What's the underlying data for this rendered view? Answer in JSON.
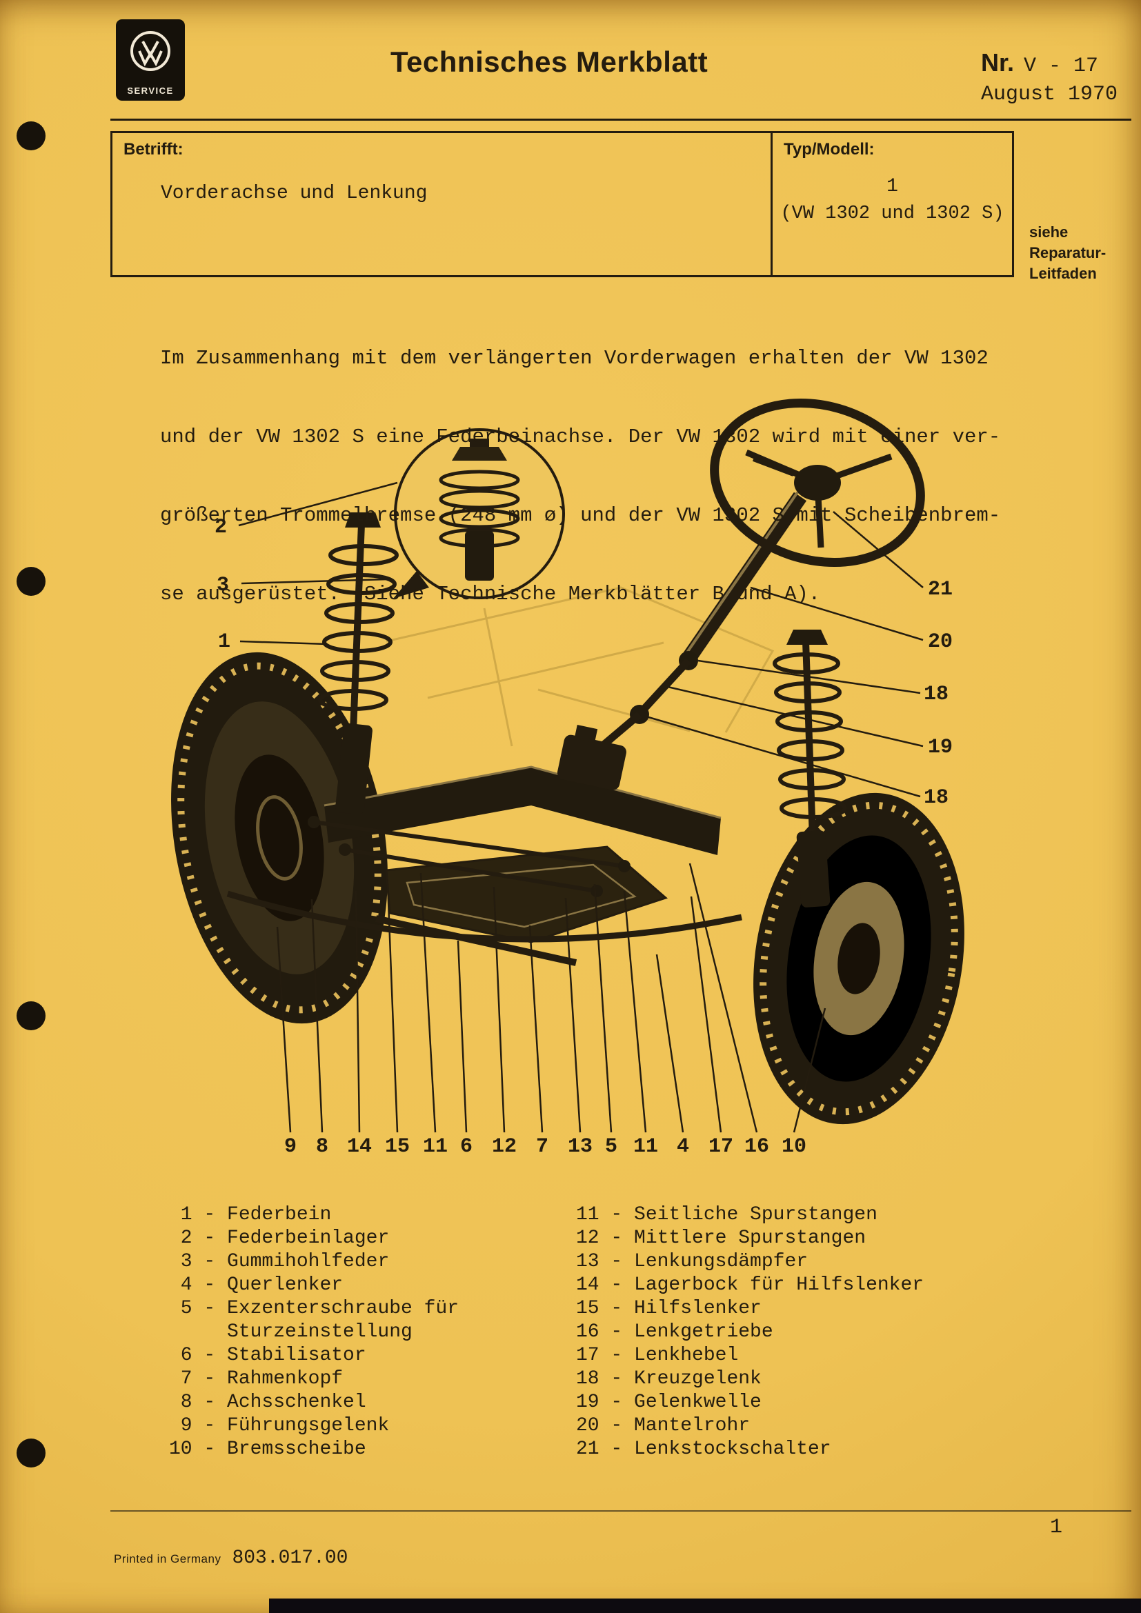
{
  "colors": {
    "paper": "#eec254",
    "ink": "#241c0f"
  },
  "header": {
    "logo_text": "SERVICE",
    "title": "Technisches Merkblatt",
    "nr_label": "Nr.",
    "nr_value": "V - 17",
    "date": "August 1970"
  },
  "info_box": {
    "betrifft_label": "Betrifft:",
    "betrifft_value": "Vorderachse und Lenkung",
    "typ_label": "Typ/Modell:",
    "typ_value_line1": "1",
    "typ_value_line2": "(VW 1302 und 1302 S)"
  },
  "side_note": {
    "lines": [
      "siehe",
      "Reparatur-",
      "Leitfaden"
    ]
  },
  "body": {
    "lines": [
      "Im Zusammenhang mit dem verlängerten Vorderwagen erhalten der VW 1302",
      "und der VW 1302 S eine Federbeinachse. Der VW 1302 wird mit einer ver-",
      "größerten Trommelbremse (248 mm ø) und der VW 1302 S mit Scheibenbrem-",
      "se ausgerüstet. (Siehe Technische Merkblätter B und A)."
    ]
  },
  "callouts": {
    "left": [
      "2",
      "3",
      "1"
    ],
    "right": [
      "21",
      "20",
      "18",
      "19",
      "18"
    ],
    "bottom": [
      "9",
      "8",
      "14",
      "15",
      "11",
      "6",
      "12",
      "7",
      "13",
      "5",
      "11",
      "4",
      "17",
      "16",
      "10"
    ]
  },
  "legend": {
    "left": [
      {
        "num": "1",
        "text": "Federbein"
      },
      {
        "num": "2",
        "text": "Federbeinlager"
      },
      {
        "num": "3",
        "text": "Gummihohlfeder"
      },
      {
        "num": "4",
        "text": "Querlenker"
      },
      {
        "num": "5",
        "text": "Exzenterschraube für",
        "text2": "Sturzeinstellung"
      },
      {
        "num": "6",
        "text": "Stabilisator"
      },
      {
        "num": "7",
        "text": "Rahmenkopf"
      },
      {
        "num": "8",
        "text": "Achsschenkel"
      },
      {
        "num": "9",
        "text": "Führungsgelenk"
      },
      {
        "num": "10",
        "text": "Bremsscheibe"
      }
    ],
    "right": [
      {
        "num": "11",
        "text": "Seitliche Spurstangen"
      },
      {
        "num": "12",
        "text": "Mittlere Spurstangen"
      },
      {
        "num": "13",
        "text": "Lenkungsdämpfer"
      },
      {
        "num": "14",
        "text": "Lagerbock für Hilfslenker"
      },
      {
        "num": "15",
        "text": "Hilfslenker"
      },
      {
        "num": "16",
        "text": "Lenkgetriebe"
      },
      {
        "num": "17",
        "text": "Lenkhebel"
      },
      {
        "num": "18",
        "text": "Kreuzgelenk"
      },
      {
        "num": "19",
        "text": "Gelenkwelle"
      },
      {
        "num": "20",
        "text": "Mantelrohr"
      },
      {
        "num": "21",
        "text": "Lenkstockschalter"
      }
    ]
  },
  "footer": {
    "printed": "Printed in Germany",
    "code": "803.017.00",
    "page_number": "1"
  }
}
